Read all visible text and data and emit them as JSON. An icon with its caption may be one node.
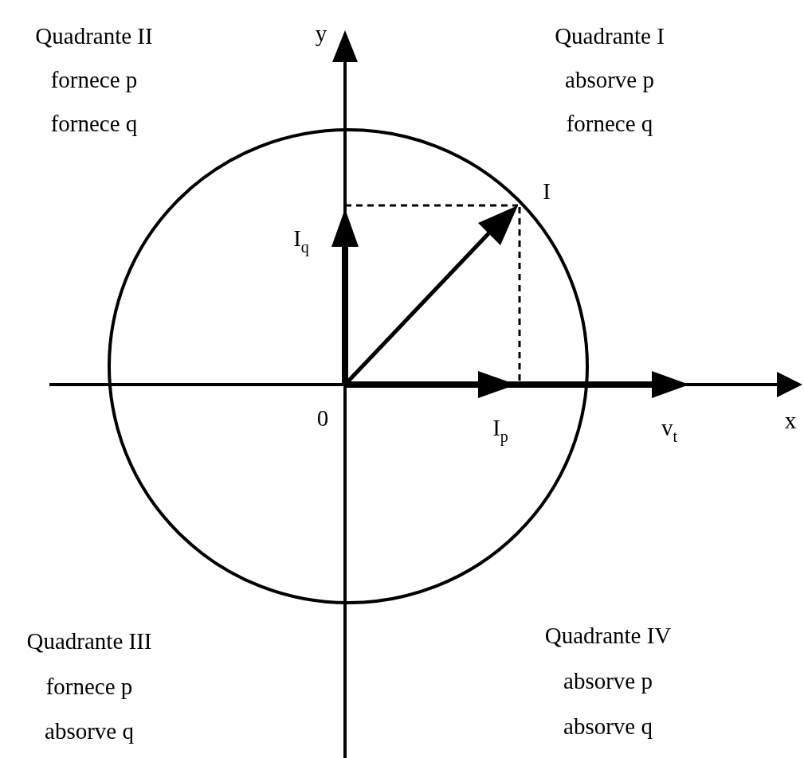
{
  "diagram": {
    "labels": [
      "Quadrante II",
      "fornece p",
      "fornece q",
      "y",
      "Quadrante I",
      "absorve p",
      "fornece q",
      "I",
      "I$_{q}$",
      "0",
      "I$_{p}$",
      "v$_{t}$",
      "x",
      "Quadrante III",
      "fornece p",
      "absorve q",
      "Quadrante IV",
      "absorve p",
      "absorve q"
    ]
  }
}
